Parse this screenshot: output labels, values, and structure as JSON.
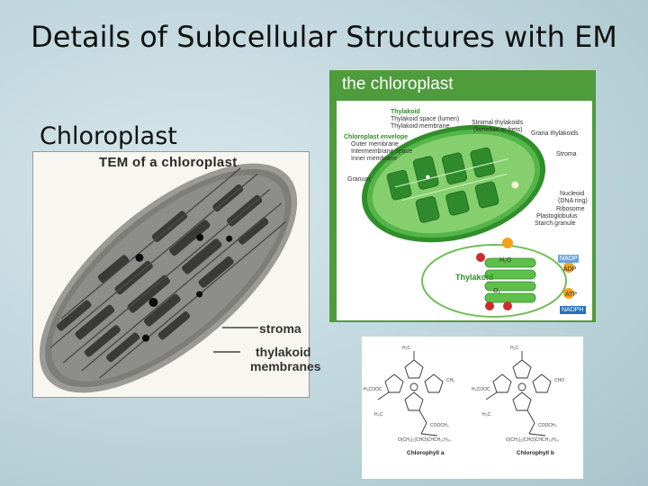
{
  "slide": {
    "title": "Details of Subcellular Structures with EM",
    "subtitle": "Chloroplast"
  },
  "tem": {
    "caption": "TEM of a chloroplast",
    "labels": {
      "stroma": "stroma",
      "thylakoid_line1": "thylakoid",
      "thylakoid_line2": "membranes"
    }
  },
  "diagram": {
    "title": "the chloroplast",
    "labels": {
      "thylakoid": "Thylakoid",
      "thylakoid_space": "Thylakoid space (lumen)",
      "thylakoid_membrane": "Thylakoid membrane",
      "stromal_thylakoids": "Stromal thylakoids",
      "lamellae": "(lamellae or frets)",
      "grana_thylakoids": "Grana thylakoids",
      "envelope": "Chloroplast envelope",
      "outer_membrane": "Outer membrane",
      "intermembrane_space": "Intermembrane space",
      "inner_membrane": "Inner membrane",
      "stroma": "Stroma",
      "granum": "Granum",
      "nucleoid": "Nucleoid",
      "dna": "(DNA ring)",
      "ribosome": "Ribosome",
      "plastoglobulus": "Plastoglobulus",
      "starch": "Starch granule",
      "thylakoid_inset": "Thylakoid",
      "nadp": "NADP",
      "adp": "ADP",
      "atp": "ATP",
      "nadph": "NADPH",
      "h2o": "H₂O",
      "o2": "O₂"
    }
  },
  "chem": {
    "left_name": "Chlorophyll a",
    "right_name": "Chlorophyll b",
    "groups": {
      "h2c": "H₂C",
      "h3c": "H₃C",
      "ch3": "CH₃",
      "cho": "CHO",
      "hooc": "H₃COOC",
      "cooch3": "COOCH₃",
      "phytyl": "O(CH₂)₂(CHO)CHCH₂₀H₃₉"
    }
  }
}
